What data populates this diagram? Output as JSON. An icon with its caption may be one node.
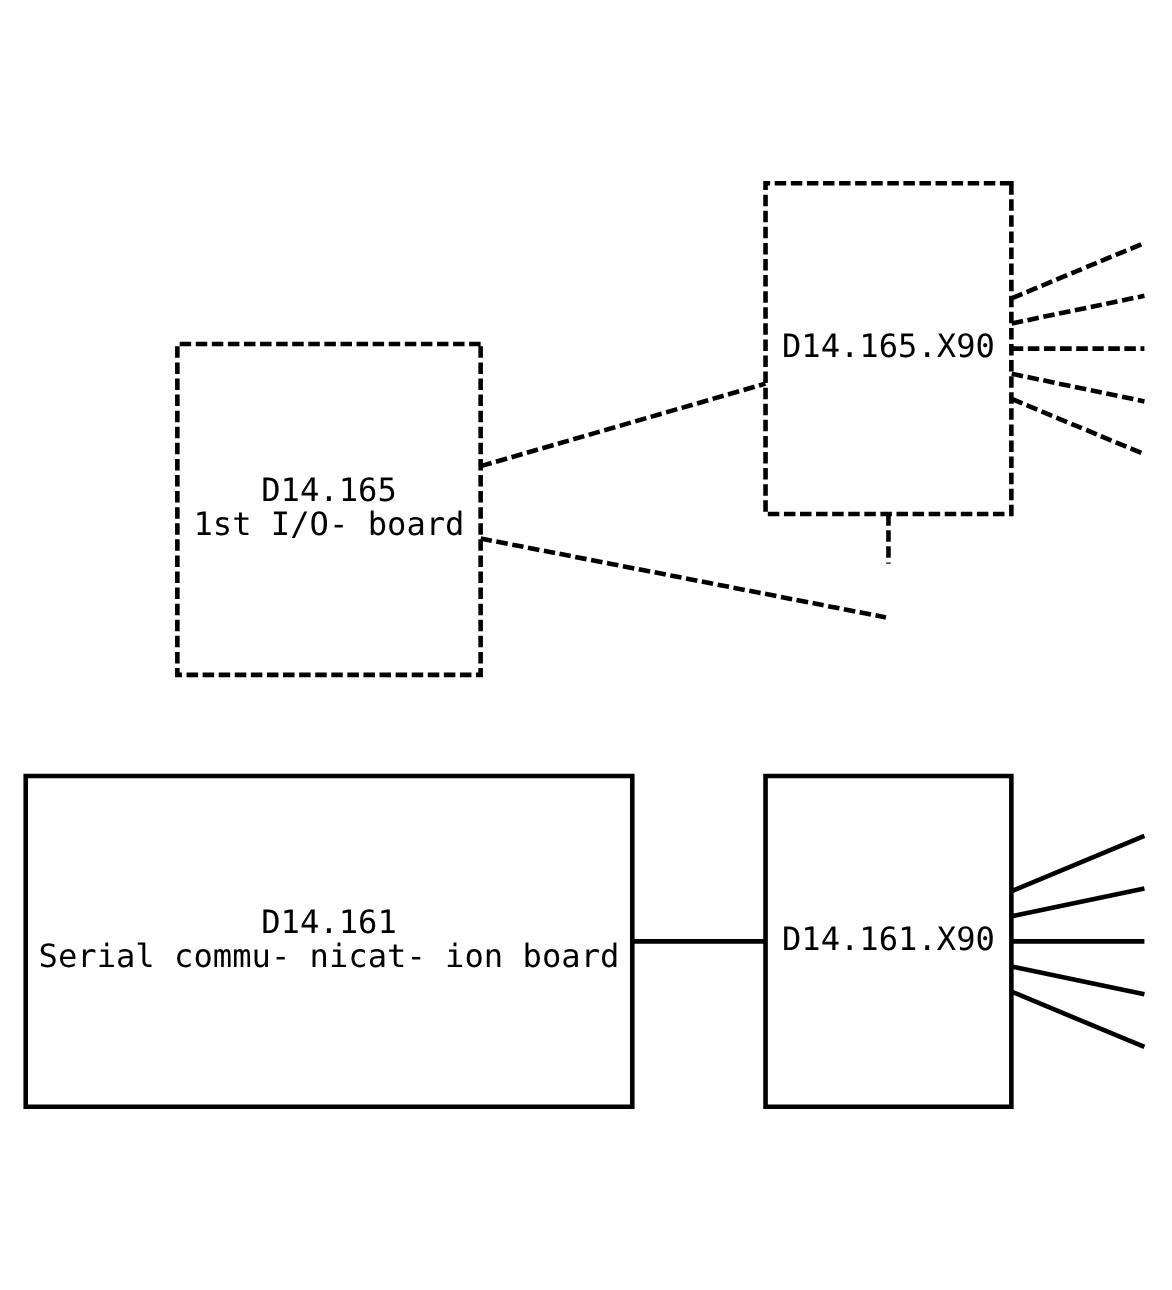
{
  "diagram": {
    "nodes": [
      {
        "text": [
          "D14.161",
          "Serial commu- nicat- ion board"
        ]
      },
      {
        "text": [
          "D14.161.X90"
        ]
      },
      {
        "text": [
          "D14.165",
          "1st I/O- board"
        ]
      },
      {
        "text": [
          "D14.165.X90"
        ]
      }
    ],
    "edges": [
      {
        "from": 0,
        "to": 1,
        "arrow": "none"
      },
      {
        "from": 1,
        "to": null,
        "arrow": "none"
      },
      {
        "from": 1,
        "to": null,
        "arrow": "none"
      },
      {
        "from": 1,
        "to": null,
        "arrow": "none"
      },
      {
        "from": 1,
        "to": null,
        "arrow": "none"
      },
      {
        "from": 1,
        "to": null,
        "arrow": "none"
      },
      {
        "from": 2,
        "to": 3,
        "arrow": "none",
        "style": "dashed"
      },
      {
        "from": 3,
        "to": null,
        "arrow": "none",
        "style": "dashed"
      },
      {
        "from": 3,
        "to": null,
        "arrow": "none",
        "style": "dashed"
      },
      {
        "from": 3,
        "to": null,
        "arrow": "none",
        "style": "dashed"
      },
      {
        "from": 3,
        "to": null,
        "arrow": "none",
        "style": "dashed"
      },
      {
        "from": 3,
        "to": null,
        "arrow": "none",
        "style": "dashed"
      },
      {
        "from": 2,
        "to": null,
        "arrow": "none",
        "style": "dashed"
      },
      {
        "from": 3,
        "to": null,
        "arrow": "none",
        "style": "dashed"
      }
    ]
  }
}
